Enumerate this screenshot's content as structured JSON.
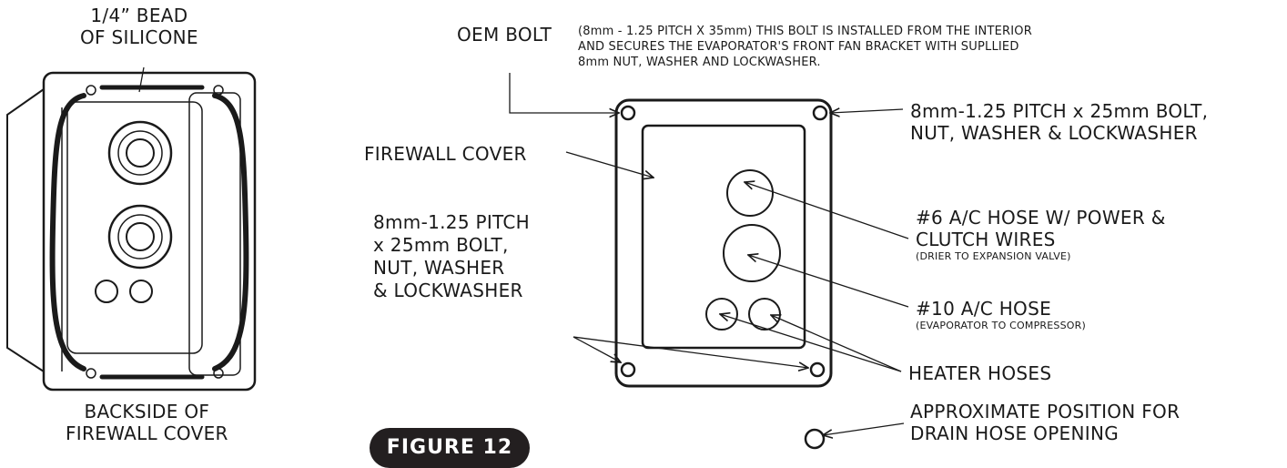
{
  "figure_label": "FIGURE 12",
  "backside": {
    "silicone_lines": [
      "1/4” BEAD",
      "OF SILICONE"
    ],
    "caption_lines": [
      "BACKSIDE OF",
      "FIREWALL COVER"
    ]
  },
  "oem_bolt": {
    "title": "OEM BOLT",
    "description_lines": [
      "(8mm - 1.25 PITCH X 35mm) THIS BOLT IS INSTALLED FROM THE INTERIOR",
      "AND SECURES THE EVAPORATOR'S FRONT FAN BRACKET WITH SUPLLIED",
      "8mm NUT, WASHER AND LOCKWASHER."
    ]
  },
  "firewall_cover": "FIREWALL COVER",
  "top_right_bolt_lines": [
    "8mm-1.25 PITCH x 25mm BOLT,",
    "NUT, WASHER & LOCKWASHER"
  ],
  "left_bolt_lines": [
    "8mm-1.25 PITCH",
    "x 25mm BOLT,",
    "NUT, WASHER",
    "& LOCKWASHER"
  ],
  "hose_6": {
    "lines": [
      "#6 A/C HOSE W/ POWER &",
      "CLUTCH WIRES"
    ],
    "note": "(DRIER TO EXPANSION VALVE)"
  },
  "hose_10": {
    "title": "#10 A/C HOSE",
    "note": "(EVAPORATOR TO COMPRESSOR)"
  },
  "heater_hoses": "HEATER HOSES",
  "drain_lines": [
    "APPROXIMATE POSITION FOR",
    "DRAIN HOSE OPENING"
  ]
}
